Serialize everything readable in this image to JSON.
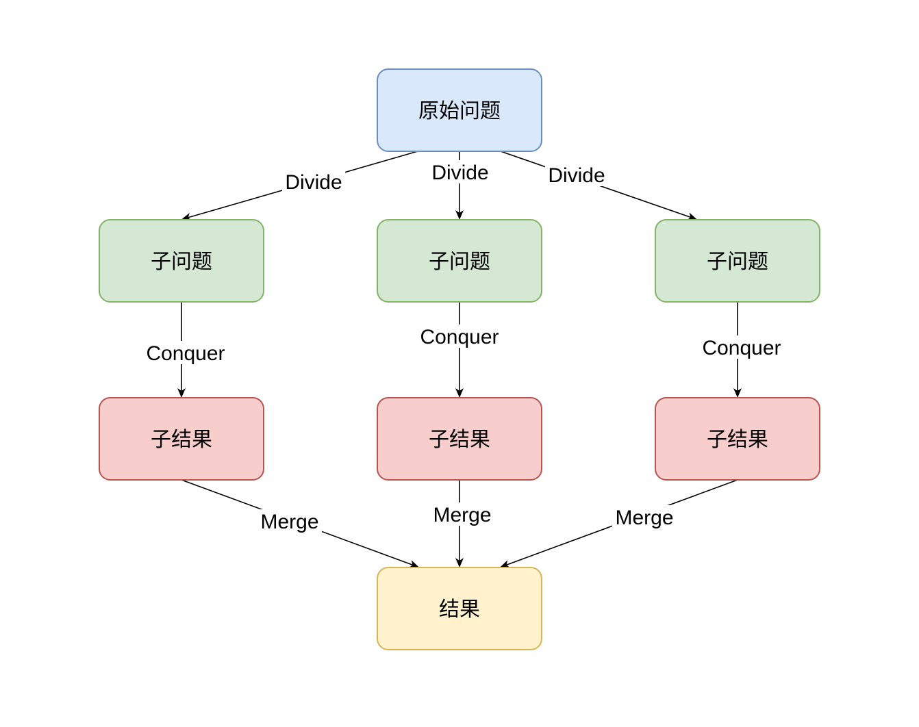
{
  "colors": {
    "problem_fill": "#dae8fc",
    "problem_stroke": "#6c8ebf",
    "subproblem_fill": "#d5e8d4",
    "subproblem_stroke": "#82b366",
    "subresult_fill": "#f8cecc",
    "subresult_stroke": "#b85450",
    "result_fill": "#fff2cc",
    "result_stroke": "#d6b656",
    "edge": "#000000"
  },
  "nodes": {
    "problem": {
      "label": "原始问题"
    },
    "subproblem_1": {
      "label": "子问题"
    },
    "subproblem_2": {
      "label": "子问题"
    },
    "subproblem_3": {
      "label": "子问题"
    },
    "subresult_1": {
      "label": "子结果"
    },
    "subresult_2": {
      "label": "子结果"
    },
    "subresult_3": {
      "label": "子结果"
    },
    "result": {
      "label": "结果"
    }
  },
  "edges": {
    "divide_1": {
      "label": "Divide"
    },
    "divide_2": {
      "label": "Divide"
    },
    "divide_3": {
      "label": "Divide"
    },
    "conquer_1": {
      "label": "Conquer"
    },
    "conquer_2": {
      "label": "Conquer"
    },
    "conquer_3": {
      "label": "Conquer"
    },
    "merge_1": {
      "label": "Merge"
    },
    "merge_2": {
      "label": "Merge"
    },
    "merge_3": {
      "label": "Merge"
    }
  }
}
